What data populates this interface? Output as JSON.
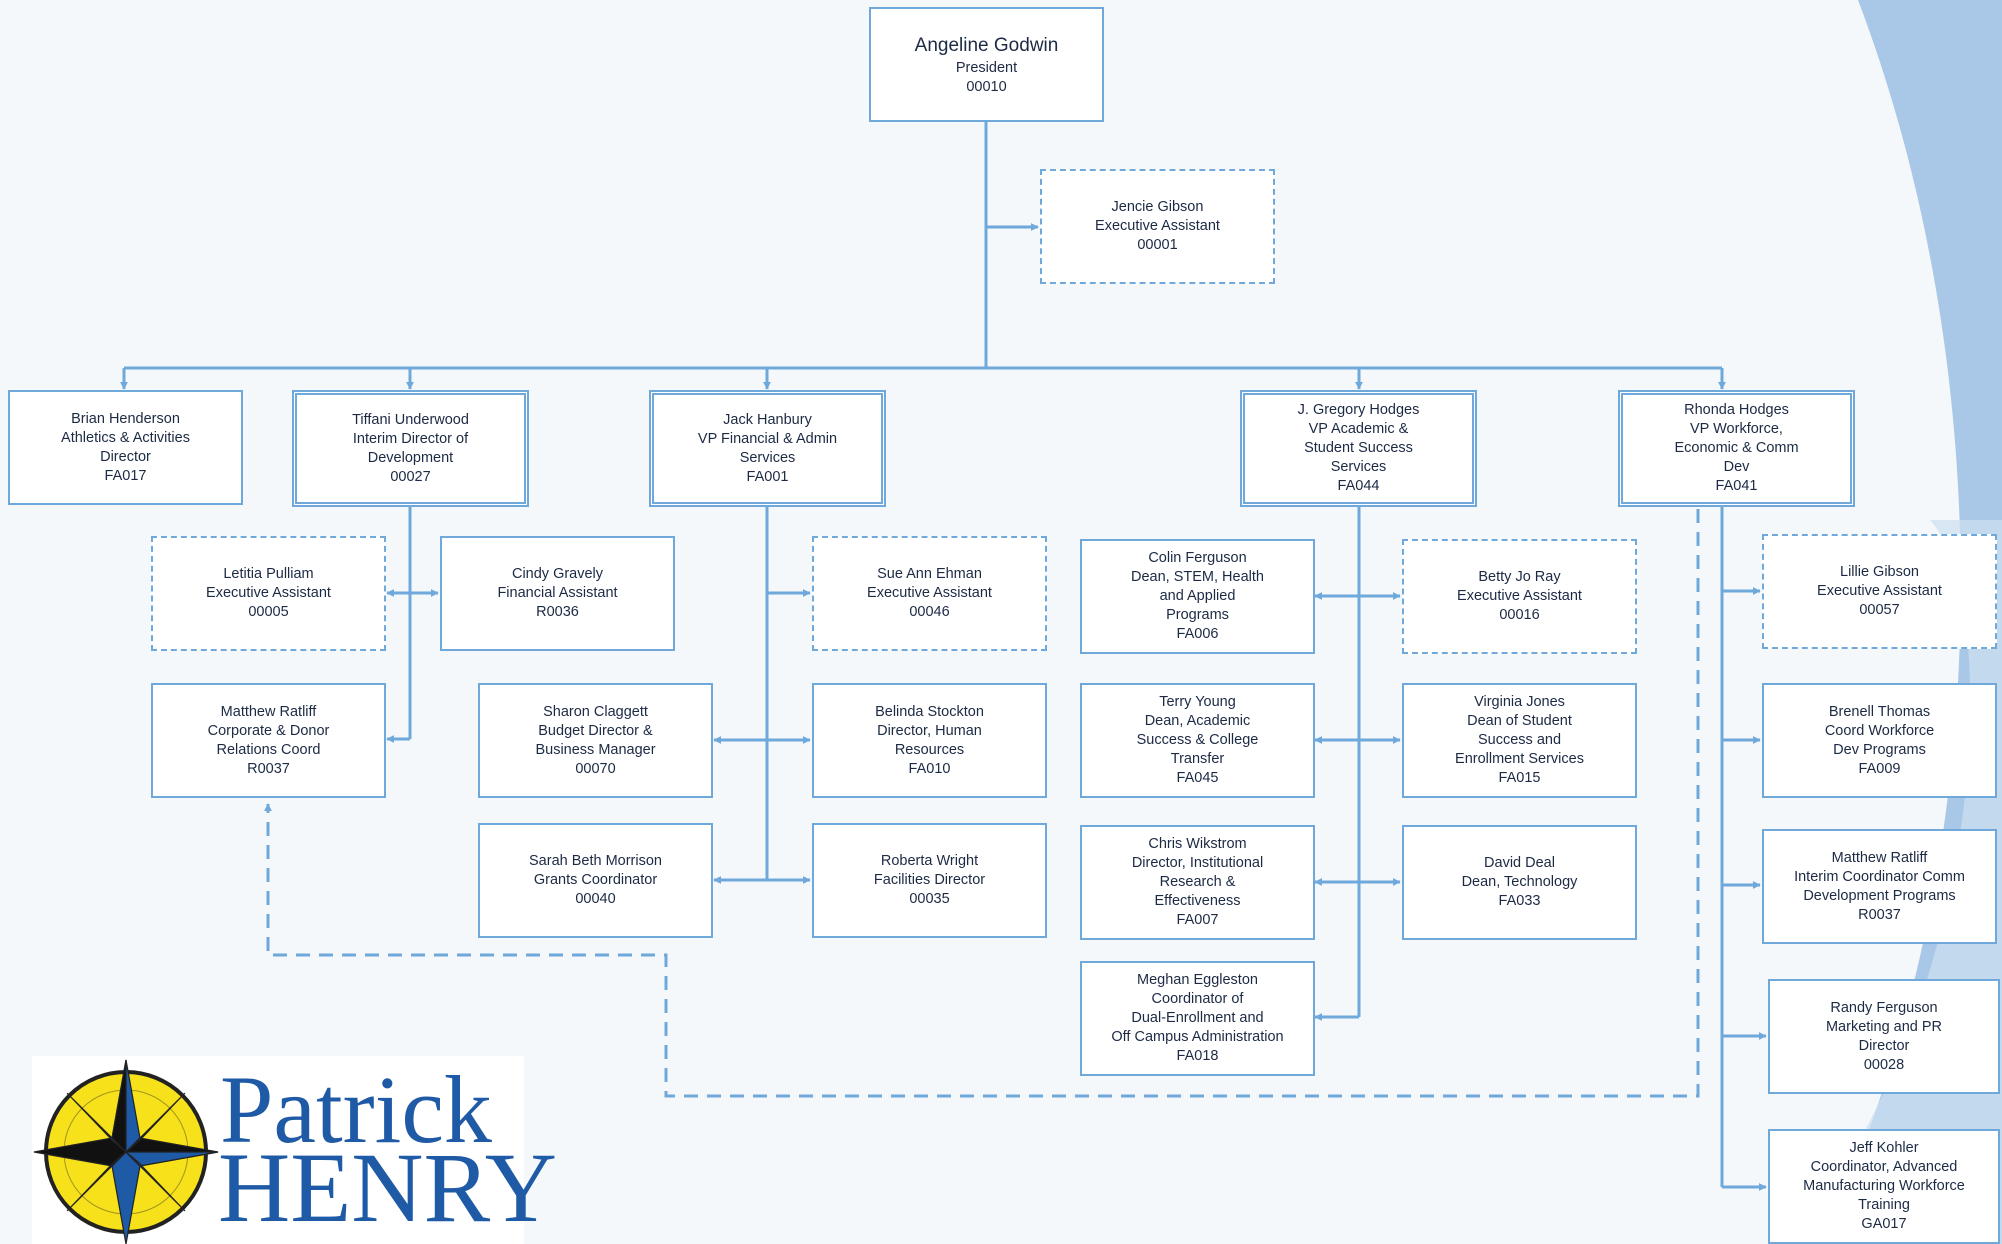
{
  "colors": {
    "connector": "#6fa8da",
    "box_border": "#6fa8da",
    "text": "#1c2a44",
    "background": "#f5f8fb",
    "swoosh": "#a9c8e8",
    "logo_blue": "#1f5aa6",
    "logo_yellow": "#f6e11a"
  },
  "logo": {
    "line1": "Patrick",
    "line2": "HENRY",
    "icon": "compass-star-icon"
  },
  "nodes": {
    "godwin": {
      "name": "Angeline Godwin",
      "title": "President",
      "code": "00010"
    },
    "jgibson": {
      "name": "Jencie Gibson",
      "title": "Executive Assistant",
      "code": "00001"
    },
    "henderson": {
      "name": "Brian Henderson",
      "title": "Athletics & Activities\nDirector",
      "code": "FA017"
    },
    "underwood": {
      "name": "Tiffani Underwood",
      "title": "Interim Director of\nDevelopment",
      "code": "00027"
    },
    "hanbury": {
      "name": "Jack Hanbury",
      "title": "VP Financial & Admin\nServices",
      "code": "FA001"
    },
    "ghodges": {
      "name": "J. Gregory Hodges",
      "title": "VP Academic &\nStudent Success\nServices",
      "code": "FA044"
    },
    "rhodges": {
      "name": "Rhonda Hodges",
      "title": "VP Workforce,\nEconomic & Comm\nDev",
      "code": "FA041"
    },
    "pulliam": {
      "name": "Letitia Pulliam",
      "title": "Executive Assistant",
      "code": "00005"
    },
    "gravely": {
      "name": "Cindy Gravely",
      "title": "Financial Assistant",
      "code": "R0036"
    },
    "ratliff1": {
      "name": "Matthew Ratliff",
      "title": "Corporate & Donor\nRelations Coord",
      "code": "R0037"
    },
    "ehman": {
      "name": "Sue Ann Ehman",
      "title": "Executive Assistant",
      "code": "00046"
    },
    "claggett": {
      "name": "Sharon Claggett",
      "title": "Budget Director &\nBusiness Manager",
      "code": "00070"
    },
    "stockton": {
      "name": "Belinda Stockton",
      "title": "Director, Human\nResources",
      "code": "FA010"
    },
    "morrison": {
      "name": "Sarah Beth Morrison",
      "title": "Grants Coordinator",
      "code": "00040"
    },
    "wright": {
      "name": "Roberta Wright",
      "title": "Facilities Director",
      "code": "00035"
    },
    "ferguson_c": {
      "name": "Colin Ferguson",
      "title": "Dean, STEM, Health\nand Applied\nPrograms",
      "code": "FA006"
    },
    "ray": {
      "name": "Betty Jo Ray",
      "title": "Executive Assistant",
      "code": "00016"
    },
    "young": {
      "name": "Terry Young",
      "title": "Dean, Academic\nSuccess & College\nTransfer",
      "code": "FA045"
    },
    "jones": {
      "name": "Virginia Jones",
      "title": "Dean of Student\nSuccess and\nEnrollment Services",
      "code": "FA015"
    },
    "wikstrom": {
      "name": "Chris Wikstrom",
      "title": "Director, Institutional\nResearch &\nEffectiveness",
      "code": "FA007"
    },
    "deal": {
      "name": "David Deal",
      "title": "Dean, Technology",
      "code": "FA033"
    },
    "eggleston": {
      "name": "Meghan Eggleston",
      "title": "Coordinator of\nDual-Enrollment and\nOff Campus Administration",
      "code": "FA018"
    },
    "lgibson": {
      "name": "Lillie Gibson",
      "title": "Executive Assistant",
      "code": "00057"
    },
    "thomas": {
      "name": "Brenell Thomas",
      "title": "Coord Workforce\nDev Programs",
      "code": "FA009"
    },
    "ratliff2": {
      "name": "Matthew Ratliff",
      "title": "Interim Coordinator Comm\nDevelopment Programs",
      "code": "R0037"
    },
    "ferguson_r": {
      "name": "Randy Ferguson",
      "title": "Marketing and PR\nDirector",
      "code": "00028"
    },
    "kohler": {
      "name": "Jeff Kohler",
      "title": "Coordinator, Advanced\nManufacturing Workforce\nTraining",
      "code": "GA017"
    }
  }
}
